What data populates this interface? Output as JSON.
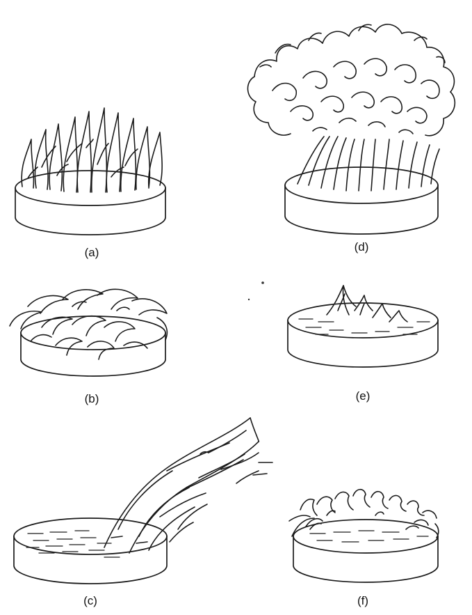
{
  "figure": {
    "panels": [
      {
        "label": "(a)",
        "flame": "upright-flames-icon"
      },
      {
        "label": "(b)",
        "flame": "curled-low-flames-icon"
      },
      {
        "label": "(c)",
        "flame": "wind-tilted-plume-icon"
      },
      {
        "label": "(d)",
        "flame": "large-billowing-plume-icon"
      },
      {
        "label": "(e)",
        "flame": "small-peak-flame-icon"
      },
      {
        "label": "(f)",
        "flame": "rim-ring-flames-icon"
      }
    ],
    "ink_color": "#1a1a1a",
    "background_color": "#ffffff"
  }
}
